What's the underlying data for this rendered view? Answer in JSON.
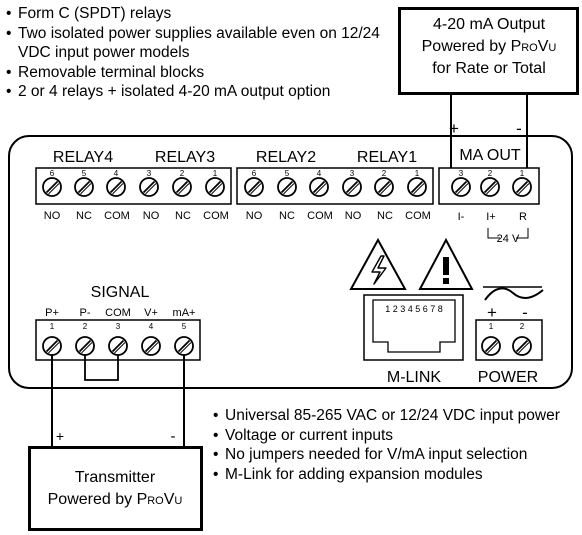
{
  "top_features": [
    "Form C (SPDT) relays",
    "Two isolated power supplies available even on 12/24 VDC input power models",
    "Removable terminal blocks",
    "2 or 4 relays + isolated 4-20 mA output option"
  ],
  "output_box": {
    "line1": "4-20 mA Output",
    "line2a": "Powered by ",
    "line2b": "ProVu",
    "line3": "for Rate or Total"
  },
  "output_polarity": {
    "plus": "+",
    "minus": "-"
  },
  "relays": {
    "relay4": "RELAY4",
    "relay3": "RELAY3",
    "relay2": "RELAY2",
    "relay1": "RELAY1"
  },
  "relay_block_a": {
    "numbers": [
      "6",
      "5",
      "4",
      "3",
      "2",
      "1"
    ],
    "labels": [
      "NO",
      "NC",
      "COM",
      "NO",
      "NC",
      "COM"
    ]
  },
  "relay_block_b": {
    "numbers": [
      "6",
      "5",
      "4",
      "3",
      "2",
      "1"
    ],
    "labels": [
      "NO",
      "NC",
      "COM",
      "NO",
      "NC",
      "COM"
    ]
  },
  "ma_out": {
    "title": "MA OUT",
    "numbers": [
      "3",
      "2",
      "1"
    ],
    "labels": [
      "I-",
      "I+",
      "R"
    ],
    "voltage": "24 V"
  },
  "signal": {
    "title": "SIGNAL",
    "pins": [
      "P+",
      "P-",
      "COM",
      "V+",
      "mA+"
    ],
    "numbers": [
      "1",
      "2",
      "3",
      "4",
      "5"
    ]
  },
  "mlink": {
    "label": "M-LINK",
    "pins": "1 2 3 4 5 6 7 8"
  },
  "power": {
    "label": "POWER",
    "plus": "+",
    "minus": "-",
    "numbers": [
      "1",
      "2"
    ]
  },
  "transmitter_polarity": {
    "plus": "+",
    "minus": "-"
  },
  "transmitter_box": {
    "line1": "Transmitter",
    "line2a": "Powered by ",
    "line2b": "ProVu"
  },
  "bottom_features": [
    "Universal 85-265 VAC or 12/24 VDC input power",
    "Voltage or current inputs",
    "No jumpers needed for V/mA input selection",
    "M-Link for adding expansion modules"
  ]
}
